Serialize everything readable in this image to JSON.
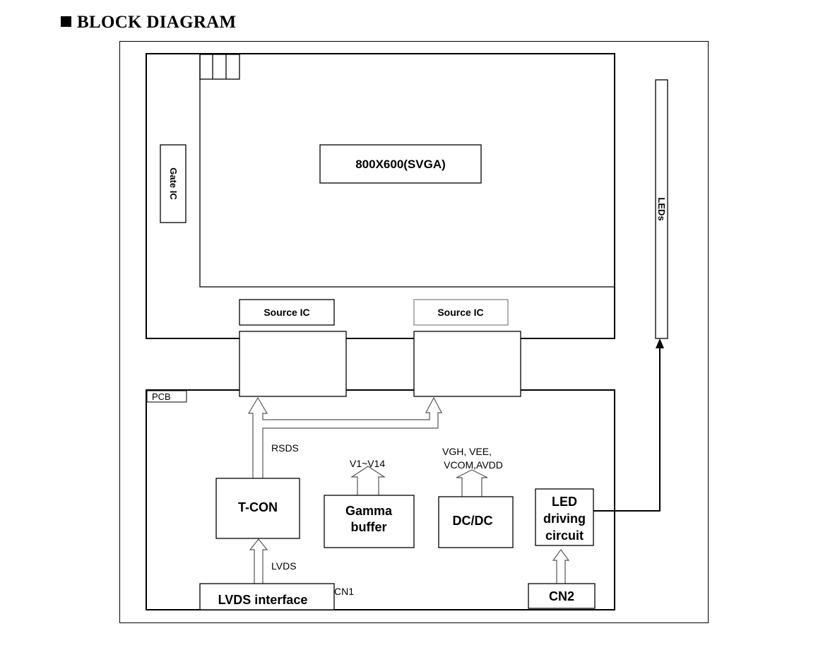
{
  "heading": "BLOCK DIAGRAM",
  "blocks": {
    "panel_resolution": "800X600(SVGA)",
    "gate_ic": "Gate IC",
    "leds": "LEDs",
    "source_ic_1": "Source IC",
    "source_ic_2": "Source IC",
    "pcb": "PCB",
    "tcon": "T-CON",
    "gamma_line1": "Gamma",
    "gamma_line2": "buffer",
    "dcdc": "DC/DC",
    "led_drv_line1": "LED",
    "led_drv_line2": "driving",
    "led_drv_line3": "circuit",
    "lvds_interface": "LVDS interface",
    "cn1": "CN1",
    "cn2": "CN2"
  },
  "signals": {
    "rsds": "RSDS",
    "lvds": "LVDS",
    "v1_v14": "V1~V14",
    "vgh_vee": "VGH, VEE,",
    "vcom_avdd": "VCOM,AVDD"
  },
  "colors": {
    "line": "#000000",
    "background": "#ffffff",
    "light_line": "#888888"
  }
}
